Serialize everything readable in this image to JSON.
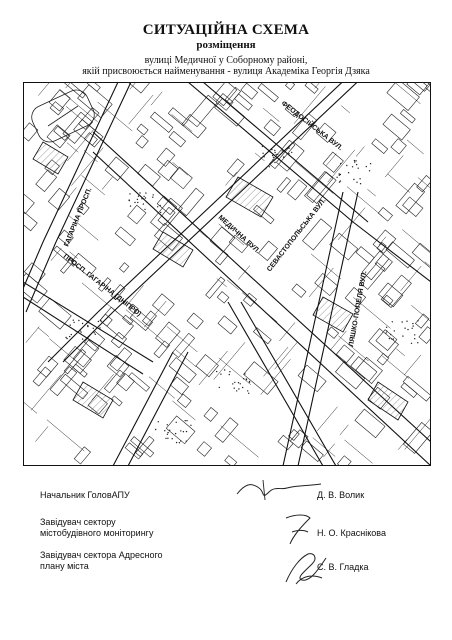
{
  "header": {
    "title": "СИТУАЦІЙНА СХЕМА",
    "subtitle": "розміщення",
    "line1": "вулиці Медичної у Соборному районі,",
    "line2": "якій присвоюється найменування - вулиця Академіка Георгія Дзяка"
  },
  "map": {
    "streets": [
      "ФЕОДОСІЙСЬКА ВУЛ.",
      "ГАГАРІНА ПРОСП.",
      "МЕДИЧНА ВУЛ.",
      "СЕВАСТОПОЛЬСЬКА ВУЛ.",
      "ПРОСП. ГАГАРІНА (ДНІПРО)",
      "ЛЯШКО-ПОПЕЛЯ ВУЛ."
    ]
  },
  "signatures": [
    {
      "role_lines": [
        "Начальник ГоловАПУ"
      ],
      "name": "Д. В. Волик"
    },
    {
      "role_lines": [
        "Завідувач сектору",
        "містобудівного моніторингу"
      ],
      "name": "Н. О. Краснікова"
    },
    {
      "role_lines": [
        "Завідувач сектора Адресного",
        "плану міста"
      ],
      "name": "С. В. Гладка"
    }
  ]
}
